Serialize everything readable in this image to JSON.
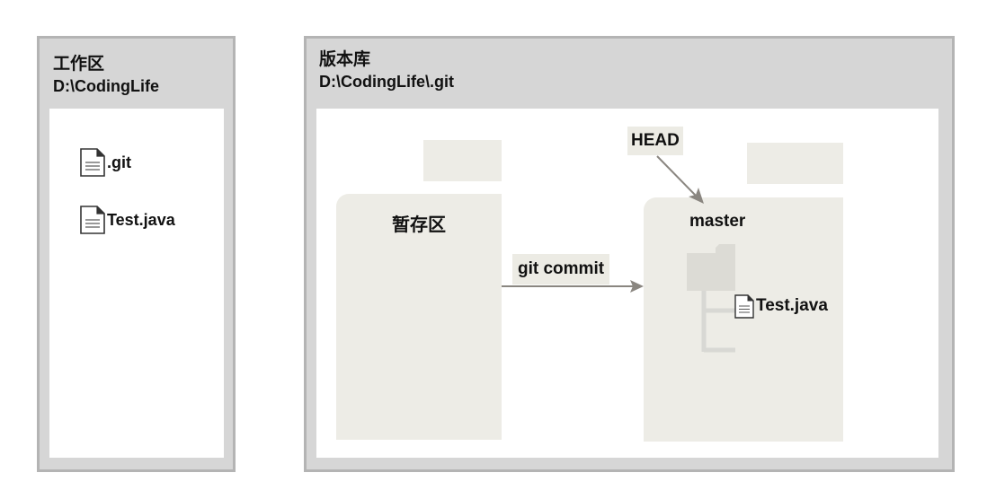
{
  "working_dir": {
    "title": "工作区",
    "path": "D:\\CodingLife",
    "files": [
      {
        "name": ".git",
        "icon": "file-icon"
      },
      {
        "name": "Test.java",
        "icon": "file-icon"
      }
    ]
  },
  "repository": {
    "title": "版本库",
    "path": "D:\\CodingLife\\.git",
    "stage": {
      "label": "暂存区"
    },
    "branch": {
      "label": "master",
      "head_label": "HEAD",
      "file": {
        "name": "Test.java",
        "icon": "file-icon"
      }
    },
    "commit_arrow": {
      "label": "git commit"
    }
  },
  "colors": {
    "panel_bg": "#d6d6d6",
    "panel_border": "#b4b4b4",
    "folder_fill": "#edece6",
    "arrow": "#8a8680",
    "tree_lines": "#d8d8d4",
    "inner_folder": "#dcdbd5"
  }
}
